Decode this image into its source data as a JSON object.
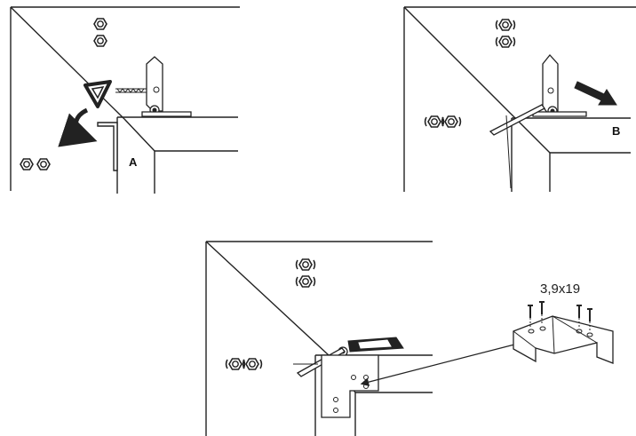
{
  "panels": {
    "top_left": {
      "label": "A"
    },
    "top_right": {
      "label": "B"
    },
    "bottom": {
      "screw_spec": "3,9x19"
    }
  },
  "icons": [
    "adjust-nut-icon",
    "rotate-nut-icon",
    "allen-key-icon",
    "hinge-bracket-icon",
    "corner-plate-icon",
    "screw-icon"
  ],
  "colors": {
    "ink": "#222222",
    "background": "#ffffff"
  }
}
